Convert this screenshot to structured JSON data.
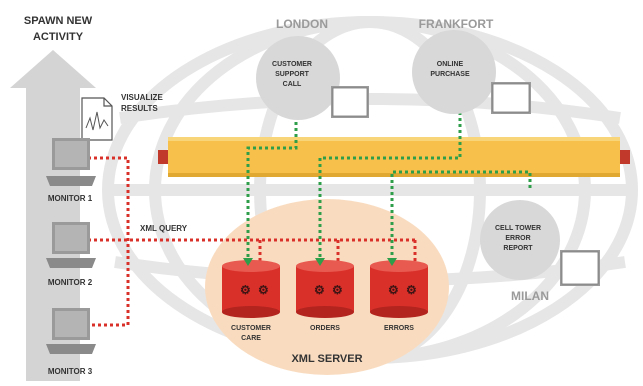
{
  "title": {
    "line1": "SPAWN NEW",
    "line2": "ACTIVITY"
  },
  "visualize": {
    "line1": "VISUALIZE",
    "line2": "RESULTS"
  },
  "monitors": [
    "MONITOR 1",
    "MONITOR 2",
    "MONITOR 3"
  ],
  "xml_query": "XML QUERY",
  "cities": {
    "london": "LONDON",
    "frankfort": "FRANKFORT",
    "milan": "MILAN"
  },
  "bubbles": {
    "customer_support": [
      "CUSTOMER",
      "SUPPORT",
      "CALL"
    ],
    "online_purchase": [
      "ONLINE",
      "PURCHASE"
    ],
    "cell_tower": [
      "CELL TOWER",
      "ERROR",
      "REPORT"
    ]
  },
  "databases": [
    {
      "line1": "CUSTOMER",
      "line2": "CARE"
    },
    {
      "line1": "ORDERS",
      "line2": ""
    },
    {
      "line1": "ERRORS",
      "line2": ""
    }
  ],
  "server_label": "XML SERVER",
  "colors": {
    "bus": "#f7c04a",
    "bus_edge": "#e0a830",
    "db_red": "#d9302a",
    "server_bg": "#f9dcc0",
    "green_link": "#2e9e4a",
    "red_link": "#d9302a",
    "globe": "#e3e3e3",
    "bubble": "#d8d8d8",
    "arrow": "#cfcfcf"
  }
}
